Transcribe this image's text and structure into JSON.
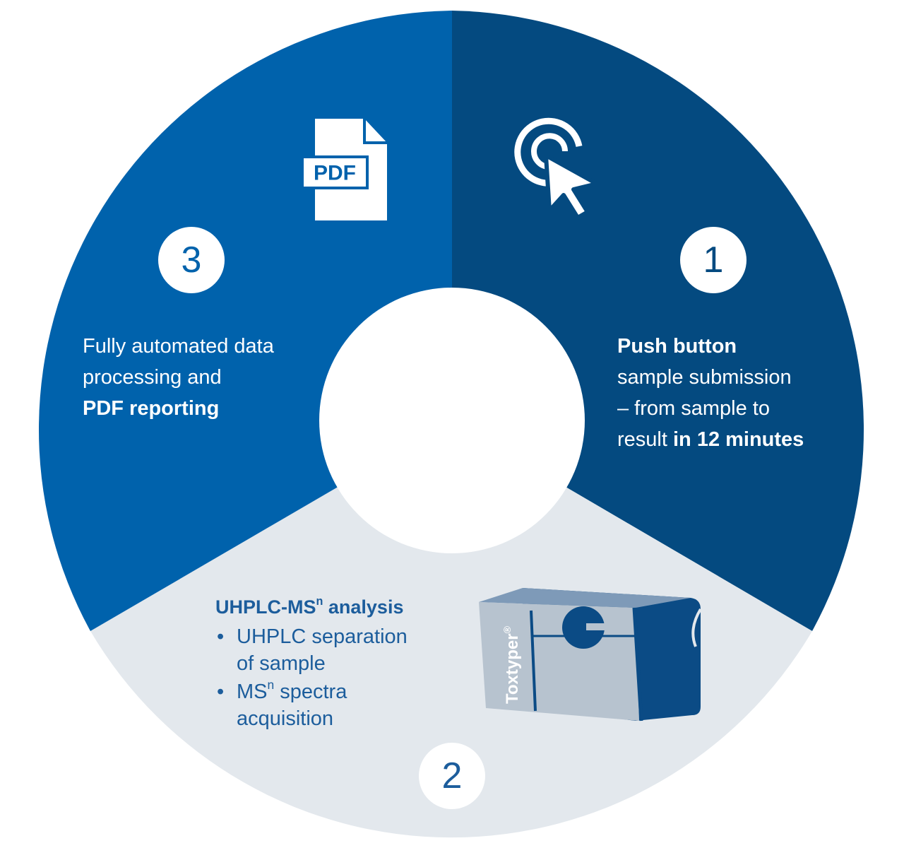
{
  "colors": {
    "dark_blue": "#044a80",
    "mid_blue": "#0062ac",
    "light_gray": "#e3e8ed",
    "text_blue": "#1c5d9c",
    "white": "#ffffff"
  },
  "steps": [
    {
      "number": "1",
      "icon": "cursor-click-icon",
      "bold_title": "Push button",
      "line2": "sample submission",
      "line3": "– from sample to",
      "line4_prefix": "result ",
      "line4_bold": "in 12 minutes"
    },
    {
      "number": "2",
      "icon": "toxtyper-instrument-icon",
      "title_prefix": "UHPLC-MS",
      "title_sup": "n",
      "title_suffix": " analysis",
      "bullet_char": "•",
      "bullet1_line1": "UHPLC separation",
      "bullet1_line2": "of sample",
      "bullet2_prefix": "MS",
      "bullet2_sup": "n",
      "bullet2_suffix": " spectra",
      "bullet2_line2": "acquisition",
      "instrument_label": "Toxtyper",
      "instrument_mark": "®"
    },
    {
      "number": "3",
      "icon": "pdf-file-icon",
      "icon_label": "PDF",
      "line1": "Fully automated data",
      "line2": "processing and",
      "bold_line3": "PDF reporting"
    }
  ]
}
